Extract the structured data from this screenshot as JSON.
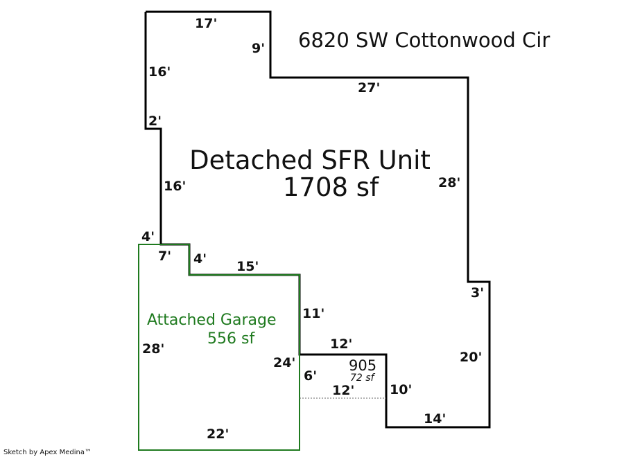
{
  "address": "6820 SW Cottonwood Cir",
  "credit": "Sketch by Apex Medina™",
  "colors": {
    "main_outline": "#000000",
    "garage_outline": "#1f7a1f",
    "garage_text": "#1f7a1f",
    "divider": "#666666"
  },
  "areas": {
    "main": {
      "name": "Detached SFR Unit",
      "area": "1708 sf"
    },
    "garage": {
      "name": "Attached Garage",
      "area": "556 sf"
    },
    "small": {
      "name": "905",
      "area": "72 sf"
    }
  },
  "dimensions": {
    "top": "17'",
    "notch_right": "9'",
    "upper_left": "16'",
    "step_left": "2'",
    "mid_left": "16'",
    "upper_right": "27'",
    "right": "28'",
    "right_step": "3'",
    "right_lower": "20'",
    "bottom_right": "14'",
    "addition_right": "10'",
    "addition_top": "12'",
    "addition_bottom": "12'",
    "addition_left": "6'",
    "wall_right": "11'",
    "wall_top": "15'",
    "garage_step_right": "4'",
    "garage_step_top": "7'",
    "garage_step_left": "4'",
    "garage_left": "28'",
    "garage_right": "24'",
    "garage_bottom": "22'"
  }
}
